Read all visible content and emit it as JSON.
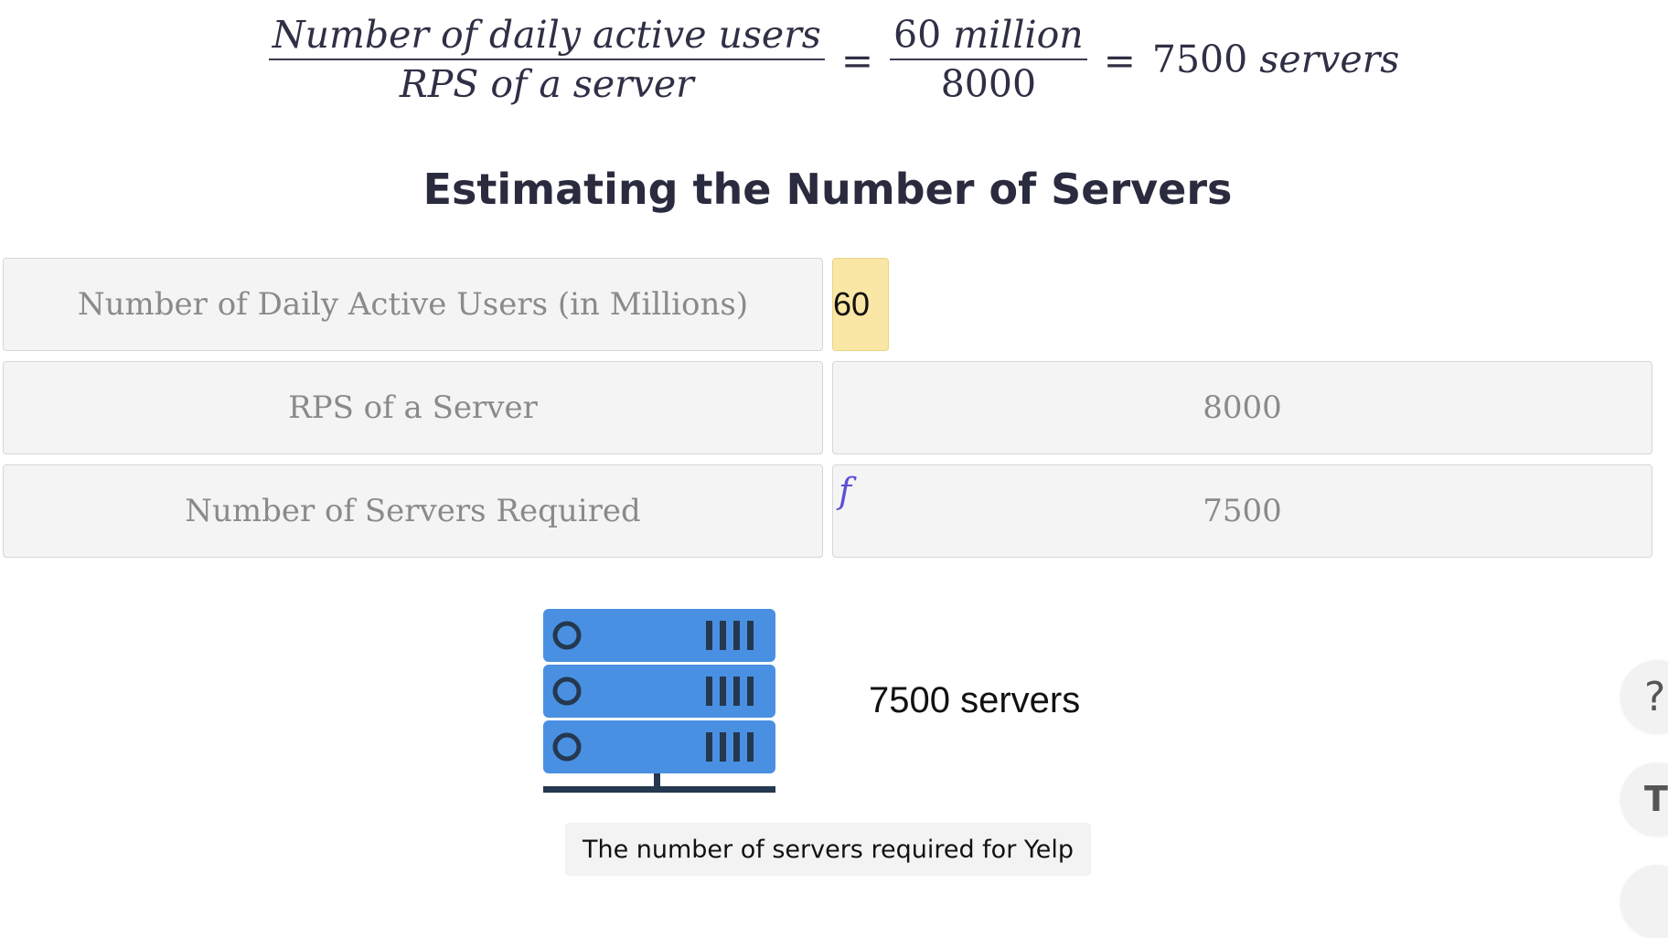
{
  "formula": {
    "frac1_num": "Number of daily active users",
    "frac1_den": "RPS of a server",
    "frac2_num_value": "60",
    "frac2_num_unit": "million",
    "frac2_den": "8000",
    "result_value": "7500",
    "result_unit": "servers",
    "equals": "="
  },
  "title": "Estimating the Number of Servers",
  "table": {
    "rows": [
      {
        "label": "Number of Daily Active Users (in Millions)",
        "value": "60",
        "editable": true
      },
      {
        "label": "RPS of a Server",
        "value": "8000",
        "editable": false
      },
      {
        "label": "Number of Servers Required",
        "value": "7500",
        "editable": false,
        "formula_marker": "f"
      }
    ]
  },
  "illustration": {
    "icon": "server-rack-icon",
    "caption": "7500 servers",
    "figure_caption": "The number of servers required for Yelp",
    "colors": {
      "server_fill": "#4a90e2",
      "server_dark": "#24384f"
    }
  },
  "floating_buttons": {
    "help_label": "?",
    "text_size_label": "Tт"
  },
  "colors": {
    "input_highlight": "#fae6a5",
    "formula_marker": "#5b4fd6"
  }
}
